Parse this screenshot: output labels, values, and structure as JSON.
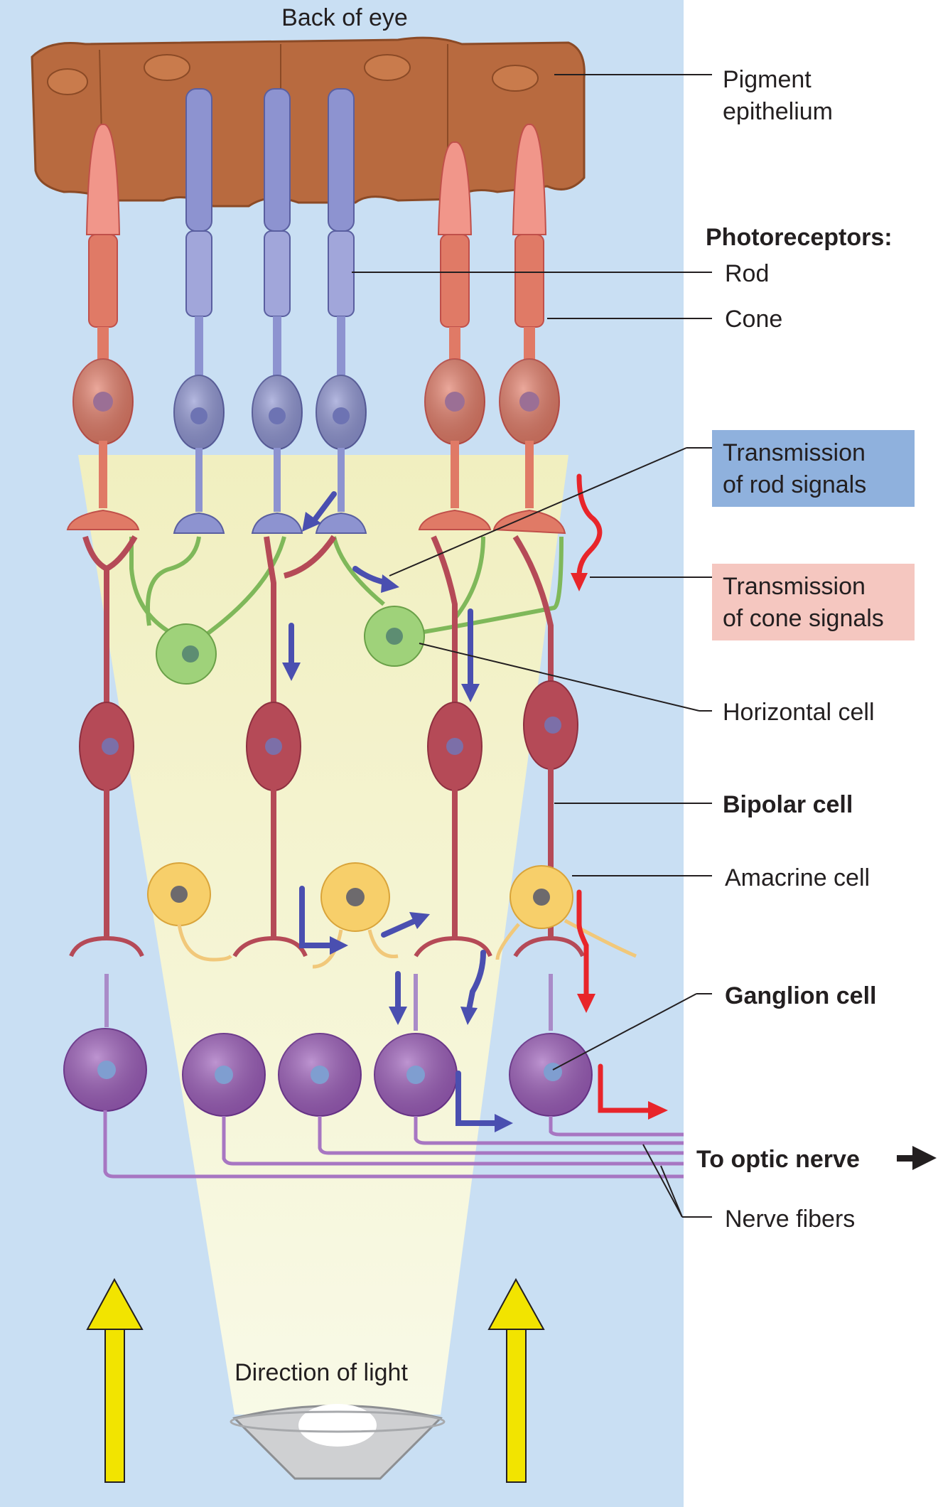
{
  "labels": {
    "back_of_eye": "Back of eye",
    "pigment_line1": "Pigment",
    "pigment_line2": "epithelium",
    "photoreceptors": "Photoreceptors:",
    "rod": "Rod",
    "cone": "Cone",
    "rod_signal_line1": "Transmission",
    "rod_signal_line2": "of rod signals",
    "cone_signal_line1": "Transmission",
    "cone_signal_line2": "of cone signals",
    "horizontal_cell": "Horizontal cell",
    "bipolar_cell": "Bipolar cell",
    "amacrine_cell": "Amacrine cell",
    "ganglion_cell": "Ganglion cell",
    "optic_nerve": "To optic nerve",
    "nerve_fibers": "Nerve fibers",
    "direction_of_light": "Direction of light"
  },
  "colors": {
    "background": "#c9dff3",
    "light_cone": "#f4f2c4",
    "pigment": "#b86a3f",
    "rod": "#8d93d0",
    "cone": "#e07a66",
    "horizontal": "#9fd27a",
    "bipolar": "#b54a57",
    "amacrine": "#f7cf6a",
    "ganglion": "#9a5bb8",
    "rod_signal": "#4a4fb0",
    "cone_signal": "#e8252a",
    "light_arrow": "#f2e400",
    "rod_box": "#8fb1dd",
    "cone_box": "#f5c7c0"
  }
}
